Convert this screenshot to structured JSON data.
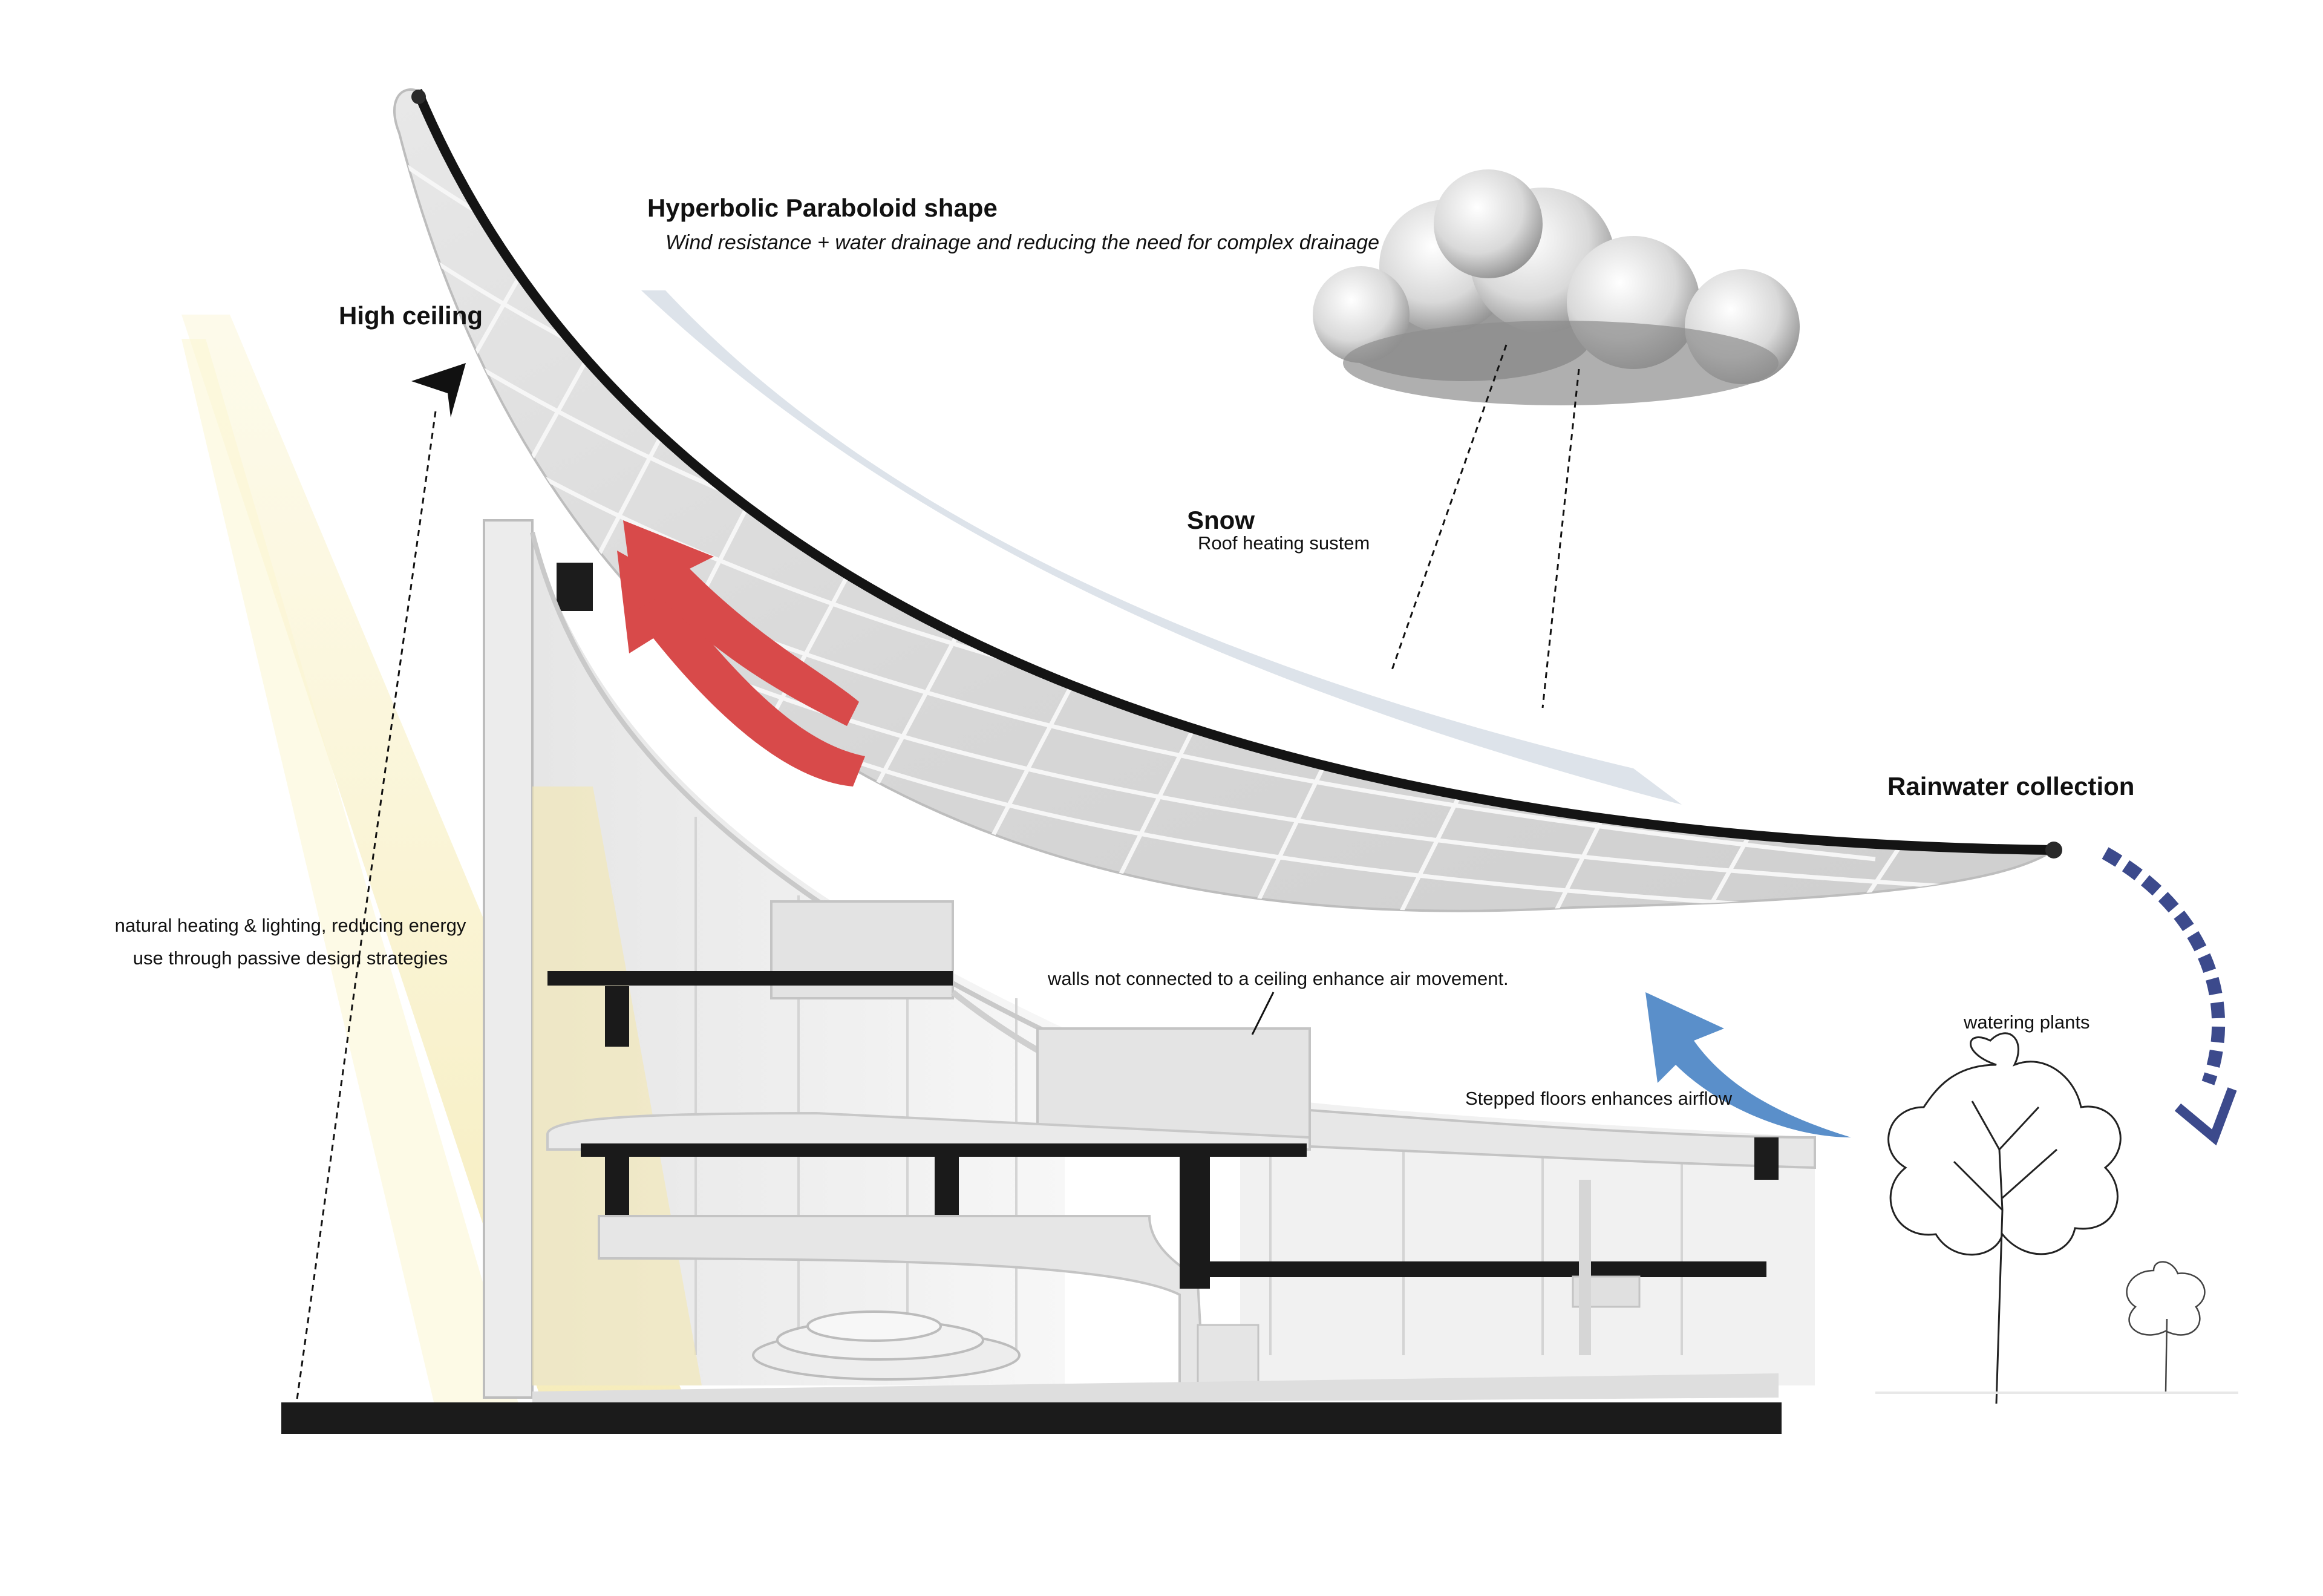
{
  "labels": {
    "roof_shape_title": "Hyperbolic Paraboloid shape",
    "roof_shape_desc": "Wind resistance + water drainage and reducing the need for complex drainage",
    "high_ceiling": "High ceiling",
    "snow_title": "Snow",
    "snow_desc": "Roof heating sustem",
    "rainwater": "Rainwater collection",
    "natural_heating_line1": "natural heating & lighting, reducing energy",
    "natural_heating_line2": "use through passive design strategies",
    "walls_note": "walls not connected to a ceiling enhance air movement.",
    "stepped_floors": "Stepped floors enhances airflow",
    "watering_plants": "watering plants"
  },
  "colors": {
    "warm_air_arrow": "#d84a4a",
    "cool_air_arrow": "#5a8fca",
    "rain_arrow": "#3c4a8c",
    "roof_underside": "#dcdcdc",
    "roof_rim": "#141414",
    "sun_ray": "#f7efb8",
    "building_white": "#f2f2f2",
    "floor_slab": "#1a1a1a"
  }
}
